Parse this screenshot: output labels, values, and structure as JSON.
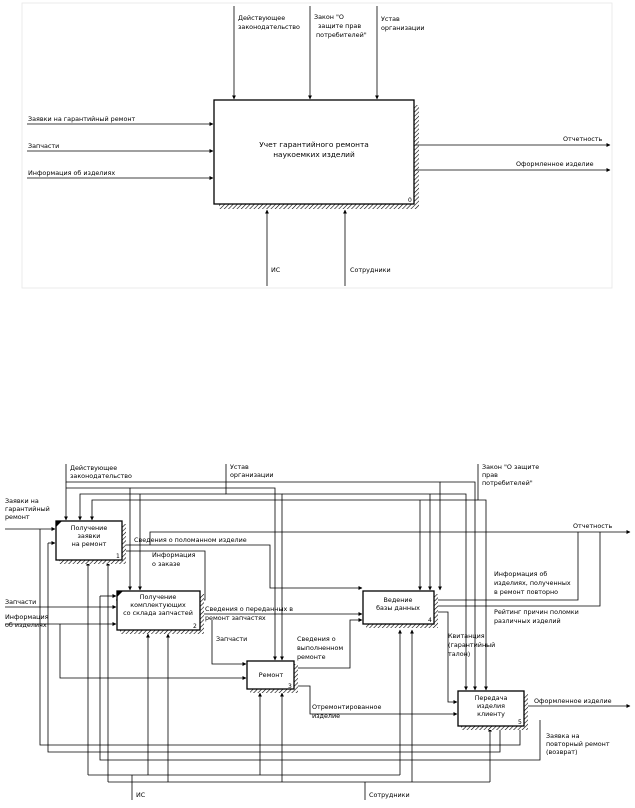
{
  "context_diagram": {
    "box": {
      "title_line1": "Учет гарантийного ремонта",
      "title_line2": "наукоемких изделий",
      "number": "0"
    },
    "controls": [
      {
        "line1": "Действующее",
        "line2": "законодательство",
        "line3": ""
      },
      {
        "line1": "Закон \"О",
        "line2": "защите прав",
        "line3": "потребителей\""
      },
      {
        "line1": "Устав",
        "line2": "организации",
        "line3": ""
      }
    ],
    "inputs": [
      "Заявки на гарантийный ремонт",
      "Запчасти",
      "Информация об изделиях"
    ],
    "outputs": [
      "Отчетность",
      "Оформленное изделие"
    ],
    "mechanisms": [
      "ИС",
      "Сотрудники"
    ]
  },
  "decomposition": {
    "boxes": [
      {
        "line1": "Получение",
        "line2": "заявки",
        "line3": "на ремонт",
        "number": "1"
      },
      {
        "line1": "Получение",
        "line2": "комплектующих",
        "line3": "со склада запчастей",
        "number": "2"
      },
      {
        "line1": "Ремонт",
        "line2": "",
        "line3": "",
        "number": "3"
      },
      {
        "line1": "Ведение",
        "line2": "базы данных",
        "line3": "",
        "number": "4"
      },
      {
        "line1": "Передача",
        "line2": "изделия",
        "line3": "клиенту",
        "number": "5"
      }
    ],
    "labels": {
      "law_1": "Действующее",
      "law_2": "законодательство",
      "charter_1": "Устав",
      "charter_2": "организации",
      "consumer_1": "Закон \"О защите",
      "consumer_2": "прав",
      "consumer_3": "потребителей\"",
      "req_1": "Заявки на",
      "req_2": "гарантийный",
      "req_3": "ремонт",
      "parts_in": "Запчасти",
      "info_1": "Информация",
      "info_2": "об изделиях",
      "broken": "Сведения о поломанном изделие",
      "order_1": "Информация",
      "order_2": "о заказе",
      "transferred_1": "Сведения о переданных в",
      "transferred_2": "ремонт запчастях",
      "parts_mid": "Запчасти",
      "done_1": "Сведения о",
      "done_2": "выполненном",
      "done_3": "ремонте",
      "receipt_1": "Квитанция",
      "receipt_2": "(гарантийный",
      "receipt_3": "талон)",
      "repaired_1": "Отремонтированное",
      "repaired_2": "изделие",
      "report": "Отчетность",
      "rerepair_1": "Информация об",
      "rerepair_2": "изделиях, полученных",
      "rerepair_3": "в ремонт повторно",
      "rating_1": "Рейтинг причин поломки",
      "rating_2": "различных изделий",
      "final": "Оформленное изделие",
      "return_1": "Заявка на",
      "return_2": "повторный ремонт",
      "return_3": "(возврат)",
      "is": "ИС",
      "staff": "Сотрудники"
    }
  }
}
